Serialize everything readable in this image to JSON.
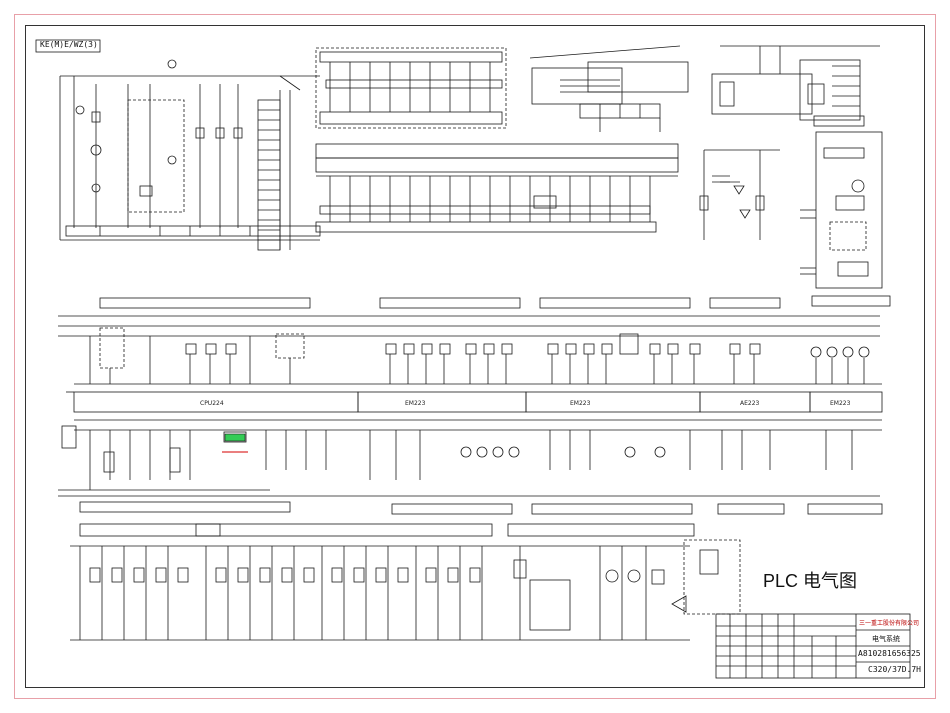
{
  "caption": "PLC 电气图",
  "drawing_id": "KE(M)E/WZ(3)",
  "plc_modules": [
    {
      "label": "CPU224"
    },
    {
      "label": "EM223"
    },
    {
      "label": "EM223"
    },
    {
      "label": "AE223"
    },
    {
      "label": "EM223"
    }
  ],
  "title_block": {
    "company": "三一重工股份有限公司",
    "drawing_name": "电气系统",
    "drawing_number": "A810281656325",
    "model": "C320/37D.7H"
  },
  "colors": {
    "line": "#1a1a1a",
    "frame": "#e8a0a8",
    "highlight": "#dd3333",
    "module_fill": "#33cc55"
  }
}
